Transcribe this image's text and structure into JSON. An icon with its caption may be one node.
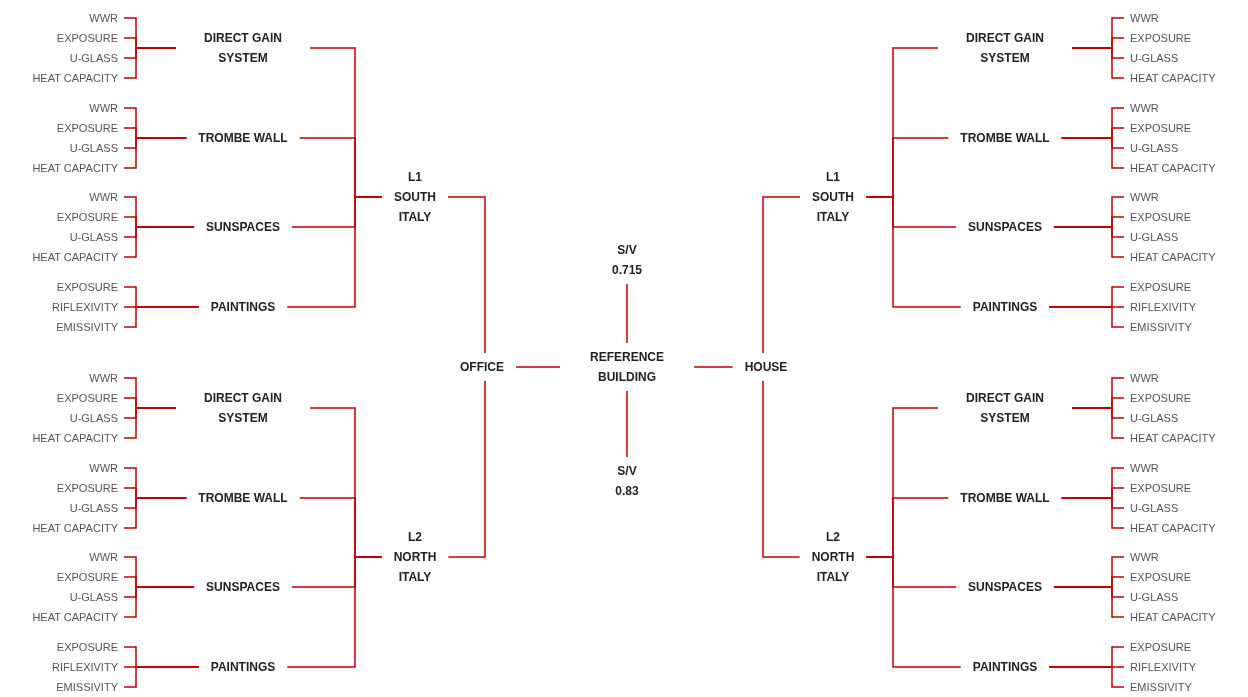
{
  "diagram": {
    "nodes": [
      {
        "text": [
          "REFERENCE BUILDING"
        ]
      },
      {
        "text": [
          "S/V 0.715"
        ]
      },
      {
        "text": [
          "S/V 0.83"
        ]
      },
      {
        "text": [
          "OFFICE"
        ]
      },
      {
        "text": [
          "HOUSE"
        ]
      },
      {
        "text": [
          "L1 SOUTH ITALY"
        ]
      },
      {
        "text": [
          "DIRECT GAIN SYSTEM"
        ]
      },
      {
        "text": [
          "WWR"
        ]
      },
      {
        "text": [
          "EXPOSURE"
        ]
      },
      {
        "text": [
          "U-GLASS"
        ]
      },
      {
        "text": [
          "HEAT CAPACITY"
        ]
      },
      {
        "text": [
          "TROMBE WALL"
        ]
      },
      {
        "text": [
          "WWR"
        ]
      },
      {
        "text": [
          "EXPOSURE"
        ]
      },
      {
        "text": [
          "U-GLASS"
        ]
      },
      {
        "text": [
          "HEAT CAPACITY"
        ]
      },
      {
        "text": [
          "SUNSPACES"
        ]
      },
      {
        "text": [
          "WWR"
        ]
      },
      {
        "text": [
          "EXPOSURE"
        ]
      },
      {
        "text": [
          "U-GLASS"
        ]
      },
      {
        "text": [
          "HEAT CAPACITY"
        ]
      },
      {
        "text": [
          "PAINTINGS"
        ]
      },
      {
        "text": [
          "EXPOSURE"
        ]
      },
      {
        "text": [
          "RIFLEXIVITY"
        ]
      },
      {
        "text": [
          "EMISSIVITY"
        ]
      },
      {
        "text": [
          "L2 NORTH ITALY"
        ]
      },
      {
        "text": [
          "DIRECT GAIN SYSTEM"
        ]
      },
      {
        "text": [
          "WWR"
        ]
      },
      {
        "text": [
          "EXPOSURE"
        ]
      },
      {
        "text": [
          "U-GLASS"
        ]
      },
      {
        "text": [
          "HEAT CAPACITY"
        ]
      },
      {
        "text": [
          "TROMBE WALL"
        ]
      },
      {
        "text": [
          "WWR"
        ]
      },
      {
        "text": [
          "EXPOSURE"
        ]
      },
      {
        "text": [
          "U-GLASS"
        ]
      },
      {
        "text": [
          "HEAT CAPACITY"
        ]
      },
      {
        "text": [
          "SUNSPACES"
        ]
      },
      {
        "text": [
          "WWR"
        ]
      },
      {
        "text": [
          "EXPOSURE"
        ]
      },
      {
        "text": [
          "U-GLASS"
        ]
      },
      {
        "text": [
          "HEAT CAPACITY"
        ]
      },
      {
        "text": [
          "PAINTINGS"
        ]
      },
      {
        "text": [
          "EXPOSURE"
        ]
      },
      {
        "text": [
          "RIFLEXIVITY"
        ]
      },
      {
        "text": [
          "EMISSIVITY"
        ]
      },
      {
        "text": [
          "L1 SOUTH ITALY"
        ]
      },
      {
        "text": [
          "DIRECT GAIN SYSTEM"
        ]
      },
      {
        "text": [
          "WWR"
        ]
      },
      {
        "text": [
          "EXPOSURE"
        ]
      },
      {
        "text": [
          "U-GLASS"
        ]
      },
      {
        "text": [
          "HEAT CAPACITY"
        ]
      },
      {
        "text": [
          "TROMBE WALL"
        ]
      },
      {
        "text": [
          "WWR"
        ]
      },
      {
        "text": [
          "EXPOSURE"
        ]
      },
      {
        "text": [
          "U-GLASS"
        ]
      },
      {
        "text": [
          "HEAT CAPACITY"
        ]
      },
      {
        "text": [
          "SUNSPACES"
        ]
      },
      {
        "text": [
          "WWR"
        ]
      },
      {
        "text": [
          "EXPOSURE"
        ]
      },
      {
        "text": [
          "U-GLASS"
        ]
      },
      {
        "text": [
          "HEAT CAPACITY"
        ]
      },
      {
        "text": [
          "PAINTINGS"
        ]
      },
      {
        "text": [
          "EXPOSURE"
        ]
      },
      {
        "text": [
          "RIFLEXIVITY"
        ]
      },
      {
        "text": [
          "EMISSIVITY"
        ]
      },
      {
        "text": [
          "L2 NORTH ITALY"
        ]
      },
      {
        "text": [
          "DIRECT GAIN SYSTEM"
        ]
      },
      {
        "text": [
          "WWR"
        ]
      },
      {
        "text": [
          "EXPOSURE"
        ]
      },
      {
        "text": [
          "U-GLASS"
        ]
      },
      {
        "text": [
          "HEAT CAPACITY"
        ]
      },
      {
        "text": [
          "TROMBE WALL"
        ]
      },
      {
        "text": [
          "WWR"
        ]
      },
      {
        "text": [
          "EXPOSURE"
        ]
      },
      {
        "text": [
          "U-GLASS"
        ]
      },
      {
        "text": [
          "HEAT CAPACITY"
        ]
      },
      {
        "text": [
          "SUNSPACES"
        ]
      },
      {
        "text": [
          "WWR"
        ]
      },
      {
        "text": [
          "EXPOSURE"
        ]
      },
      {
        "text": [
          "U-GLASS"
        ]
      },
      {
        "text": [
          "HEAT CAPACITY"
        ]
      },
      {
        "text": [
          "PAINTINGS"
        ]
      },
      {
        "text": [
          "EXPOSURE"
        ]
      },
      {
        "text": [
          "RIFLEXIVITY"
        ]
      },
      {
        "text": [
          "EMISSIVITY"
        ]
      }
    ],
    "edges": [
      {
        "from": 0,
        "to": 1,
        "arrow": "none"
      },
      {
        "from": 0,
        "to": 2,
        "arrow": "none"
      },
      {
        "from": 0,
        "to": 3,
        "arrow": "none"
      },
      {
        "from": 0,
        "to": 4,
        "arrow": "none"
      },
      {
        "from": 3,
        "to": 5,
        "arrow": "none"
      },
      {
        "from": 3,
        "to": 25,
        "arrow": "none"
      },
      {
        "from": 4,
        "to": 45,
        "arrow": "none"
      },
      {
        "from": 4,
        "to": 65,
        "arrow": "none"
      },
      {
        "from": 5,
        "to": 6,
        "arrow": "none"
      },
      {
        "from": 6,
        "to": 7,
        "arrow": "none"
      },
      {
        "from": 6,
        "to": 8,
        "arrow": "none"
      },
      {
        "from": 6,
        "to": 9,
        "arrow": "none"
      },
      {
        "from": 6,
        "to": 10,
        "arrow": "none"
      },
      {
        "from": 5,
        "to": 11,
        "arrow": "none"
      },
      {
        "from": 11,
        "to": 12,
        "arrow": "none"
      },
      {
        "from": 11,
        "to": 13,
        "arrow": "none"
      },
      {
        "from": 11,
        "to": 14,
        "arrow": "none"
      },
      {
        "from": 11,
        "to": 15,
        "arrow": "none"
      },
      {
        "from": 5,
        "to": 16,
        "arrow": "none"
      },
      {
        "from": 16,
        "to": 17,
        "arrow": "none"
      },
      {
        "from": 16,
        "to": 18,
        "arrow": "none"
      },
      {
        "from": 16,
        "to": 19,
        "arrow": "none"
      },
      {
        "from": 16,
        "to": 20,
        "arrow": "none"
      },
      {
        "from": 5,
        "to": 21,
        "arrow": "none"
      },
      {
        "from": 21,
        "to": 22,
        "arrow": "none"
      },
      {
        "from": 21,
        "to": 23,
        "arrow": "none"
      },
      {
        "from": 21,
        "to": 24,
        "arrow": "none"
      },
      {
        "from": 25,
        "to": 26,
        "arrow": "none"
      },
      {
        "from": 26,
        "to": 27,
        "arrow": "none"
      },
      {
        "from": 26,
        "to": 28,
        "arrow": "none"
      },
      {
        "from": 26,
        "to": 29,
        "arrow": "none"
      },
      {
        "from": 26,
        "to": 30,
        "arrow": "none"
      },
      {
        "from": 25,
        "to": 31,
        "arrow": "none"
      },
      {
        "from": 31,
        "to": 32,
        "arrow": "none"
      },
      {
        "from": 31,
        "to": 33,
        "arrow": "none"
      },
      {
        "from": 31,
        "to": 34,
        "arrow": "none"
      },
      {
        "from": 31,
        "to": 35,
        "arrow": "none"
      },
      {
        "from": 25,
        "to": 36,
        "arrow": "none"
      },
      {
        "from": 36,
        "to": 37,
        "arrow": "none"
      },
      {
        "from": 36,
        "to": 38,
        "arrow": "none"
      },
      {
        "from": 36,
        "to": 39,
        "arrow": "none"
      },
      {
        "from": 36,
        "to": 40,
        "arrow": "none"
      },
      {
        "from": 25,
        "to": 41,
        "arrow": "none"
      },
      {
        "from": 41,
        "to": 42,
        "arrow": "none"
      },
      {
        "from": 41,
        "to": 43,
        "arrow": "none"
      },
      {
        "from": 41,
        "to": 44,
        "arrow": "none"
      },
      {
        "from": 45,
        "to": 46,
        "arrow": "none"
      },
      {
        "from": 46,
        "to": 47,
        "arrow": "none"
      },
      {
        "from": 46,
        "to": 48,
        "arrow": "none"
      },
      {
        "from": 46,
        "to": 49,
        "arrow": "none"
      },
      {
        "from": 46,
        "to": 50,
        "arrow": "none"
      },
      {
        "from": 45,
        "to": 51,
        "arrow": "none"
      },
      {
        "from": 51,
        "to": 52,
        "arrow": "none"
      },
      {
        "from": 51,
        "to": 53,
        "arrow": "none"
      },
      {
        "from": 51,
        "to": 54,
        "arrow": "none"
      },
      {
        "from": 51,
        "to": 55,
        "arrow": "none"
      },
      {
        "from": 45,
        "to": 56,
        "arrow": "none"
      },
      {
        "from": 56,
        "to": 57,
        "arrow": "none"
      },
      {
        "from": 56,
        "to": 58,
        "arrow": "none"
      },
      {
        "from": 56,
        "to": 59,
        "arrow": "none"
      },
      {
        "from": 56,
        "to": 60,
        "arrow": "none"
      },
      {
        "from": 45,
        "to": 61,
        "arrow": "none"
      },
      {
        "from": 61,
        "to": 62,
        "arrow": "none"
      },
      {
        "from": 61,
        "to": 63,
        "arrow": "none"
      },
      {
        "from": 61,
        "to": 64,
        "arrow": "none"
      },
      {
        "from": 65,
        "to": 66,
        "arrow": "none"
      },
      {
        "from": 66,
        "to": 67,
        "arrow": "none"
      },
      {
        "from": 66,
        "to": 68,
        "arrow": "none"
      },
      {
        "from": 66,
        "to": 69,
        "arrow": "none"
      },
      {
        "from": 66,
        "to": 70,
        "arrow": "none"
      },
      {
        "from": 65,
        "to": 71,
        "arrow": "none"
      },
      {
        "from": 71,
        "to": 72,
        "arrow": "none"
      },
      {
        "from": 71,
        "to": 73,
        "arrow": "none"
      },
      {
        "from": 71,
        "to": 74,
        "arrow": "none"
      },
      {
        "from": 71,
        "to": 75,
        "arrow": "none"
      },
      {
        "from": 65,
        "to": 76,
        "arrow": "none"
      },
      {
        "from": 76,
        "to": 77,
        "arrow": "none"
      },
      {
        "from": 76,
        "to": 78,
        "arrow": "none"
      },
      {
        "from": 76,
        "to": 79,
        "arrow": "none"
      },
      {
        "from": 76,
        "to": 80,
        "arrow": "none"
      },
      {
        "from": 65,
        "to": 81,
        "arrow": "none"
      },
      {
        "from": 81,
        "to": 82,
        "arrow": "none"
      },
      {
        "from": 81,
        "to": 83,
        "arrow": "none"
      },
      {
        "from": 81,
        "to": 84,
        "arrow": "none"
      }
    ]
  }
}
